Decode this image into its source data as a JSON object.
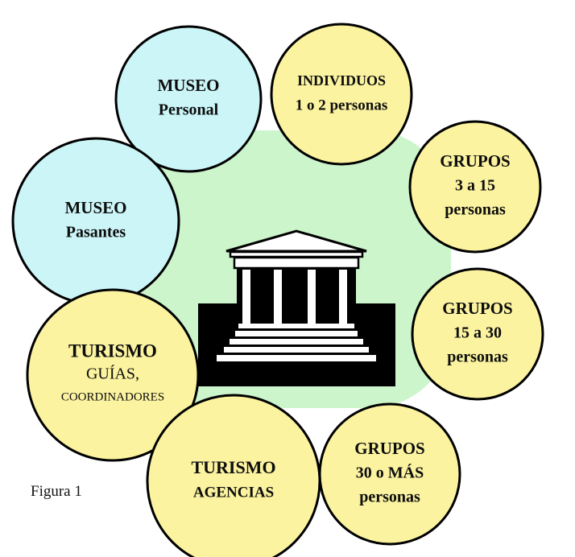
{
  "colors": {
    "background_blob": "#ccf5cc",
    "staff_circle_fill": "#ccf5f8",
    "visitor_circle_fill": "#fbf3a0",
    "outline": "#000000",
    "museum_icon": "#000000"
  },
  "icon": "museum-building-icon",
  "nodes": [
    {
      "id": "museo-personal",
      "group": "staff",
      "lines": [
        "MUSEO",
        "Personal"
      ]
    },
    {
      "id": "individuos",
      "group": "visitor",
      "lines": [
        "INDIVIDUOS",
        "1 o 2 personas"
      ]
    },
    {
      "id": "grupos-3-15",
      "group": "visitor",
      "lines": [
        "GRUPOS",
        "3 a 15",
        "personas"
      ]
    },
    {
      "id": "grupos-15-30",
      "group": "visitor",
      "lines": [
        "GRUPOS",
        "15 a 30",
        "personas"
      ]
    },
    {
      "id": "grupos-30-mas",
      "group": "visitor",
      "lines": [
        "GRUPOS",
        "30 o MÁS",
        "personas"
      ]
    },
    {
      "id": "turismo-agencias",
      "group": "visitor",
      "lines": [
        "TURISMO",
        "AGENCIAS"
      ]
    },
    {
      "id": "turismo-guias",
      "group": "visitor",
      "lines": [
        "TURISMO",
        "GUÍAS,",
        "COORDINADORES"
      ]
    },
    {
      "id": "museo-pasantes",
      "group": "staff",
      "lines": [
        "MUSEO",
        "Pasantes"
      ]
    }
  ],
  "caption": "Figura 1"
}
